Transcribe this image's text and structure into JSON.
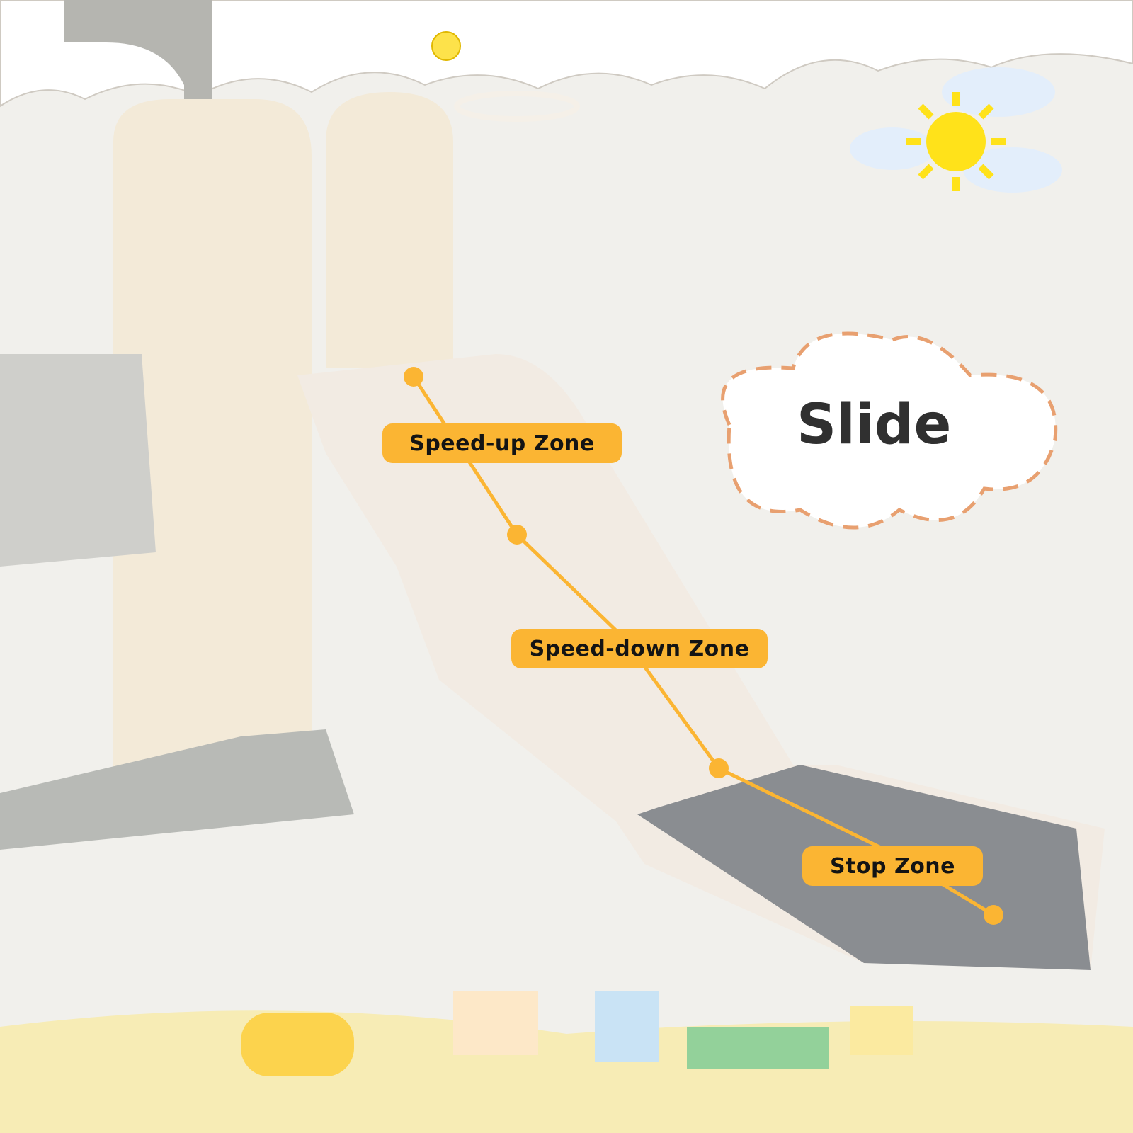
{
  "image": {
    "subject": "kids playground set with slide, swing and basketball hoop",
    "colors": {
      "background": "#f1f0ec",
      "label_fill": "#fbb533",
      "label_text": "#141414",
      "path_line": "#fbb533",
      "cloud_dash": "#e8a070",
      "slide_body": "#f2ebe3",
      "slide_end": "#8a8d91"
    }
  },
  "title": {
    "text": "Slide"
  },
  "zones": [
    {
      "label": "Speed-up Zone"
    },
    {
      "label": "Speed-down Zone"
    },
    {
      "label": "Stop Zone"
    }
  ]
}
